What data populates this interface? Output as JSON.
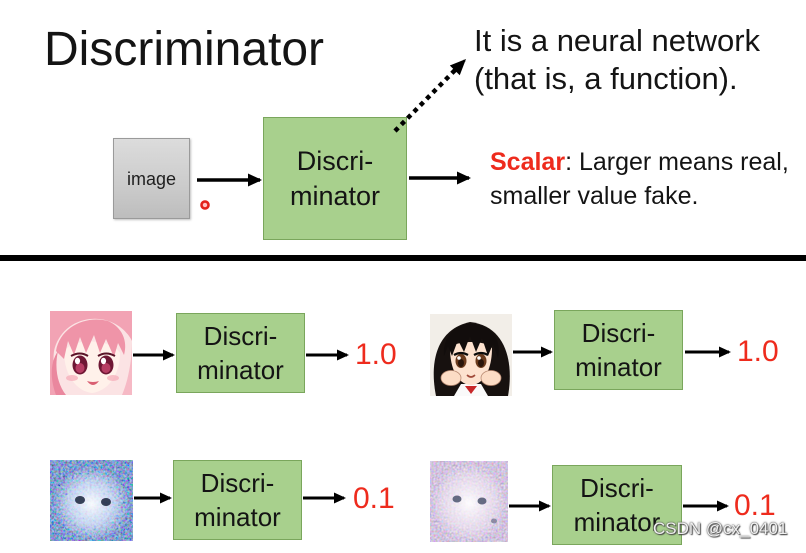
{
  "slide": {
    "title": "Discriminator",
    "note": {
      "line1": "It is a neural network",
      "line2": "(that is, a function)."
    },
    "input_label": "image",
    "discriminator": {
      "line1": "Discri-",
      "line2": "minator"
    },
    "output": {
      "term": "Scalar",
      "line1_rest": ": Larger means real,",
      "line2": "smaller value fake."
    }
  },
  "examples": [
    {
      "score": "1.0"
    },
    {
      "score": "1.0"
    },
    {
      "score": "0.1"
    },
    {
      "score": "0.1"
    }
  ],
  "watermark": "CSDN @cx_0401",
  "colors": {
    "discriminator_fill": "#a8d08d",
    "discriminator_border": "#7aa65c",
    "input_fill": "#cbcbcb",
    "input_border": "#9a9a9a",
    "accent_red": "#ee2b1d",
    "divider": "#000000"
  }
}
